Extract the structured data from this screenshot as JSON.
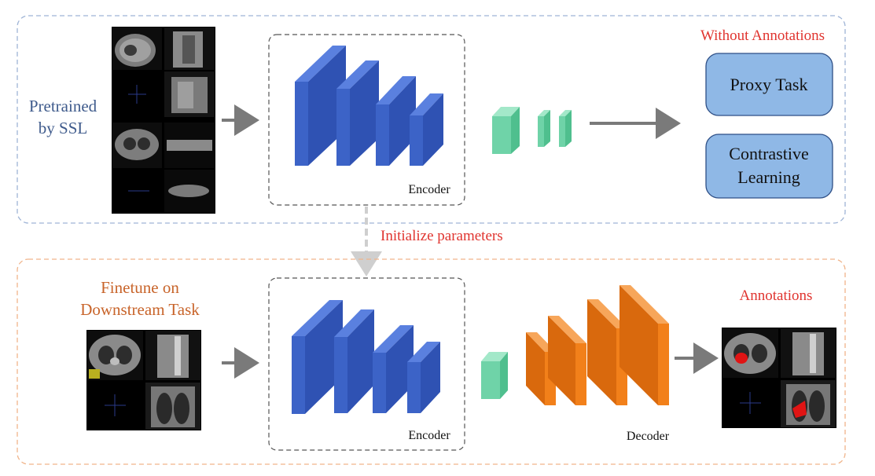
{
  "top_section": {
    "label_line1": "Pretrained",
    "label_line2": "by SSL",
    "encoder_label": "Encoder",
    "annotation_note": "Without Annotations",
    "proxy_task_label": "Proxy Task",
    "contrastive_line1": "Contrastive",
    "contrastive_line2": "Learning"
  },
  "transfer": {
    "label": "Initialize parameters"
  },
  "bottom_section": {
    "label_line1": "Finetune on",
    "label_line2": "Downstream Task",
    "encoder_label": "Encoder",
    "decoder_label": "Decoder",
    "annotation_note": "Annotations"
  },
  "colors": {
    "top_border": "#9fb4d6",
    "bottom_border": "#f0b48a",
    "pretrained_text": "#3f5b8c",
    "finetune_text": "#c8642a",
    "annotation_text": "#e0342f",
    "encoder_blue": "#3c63c7",
    "bottleneck_green": "#6fd3a8",
    "decoder_orange": "#f2801a",
    "task_box_fill": "#8fb8e6",
    "arrow_gray": "#7a7a7a",
    "transfer_arrow": "#cfcfcf"
  }
}
